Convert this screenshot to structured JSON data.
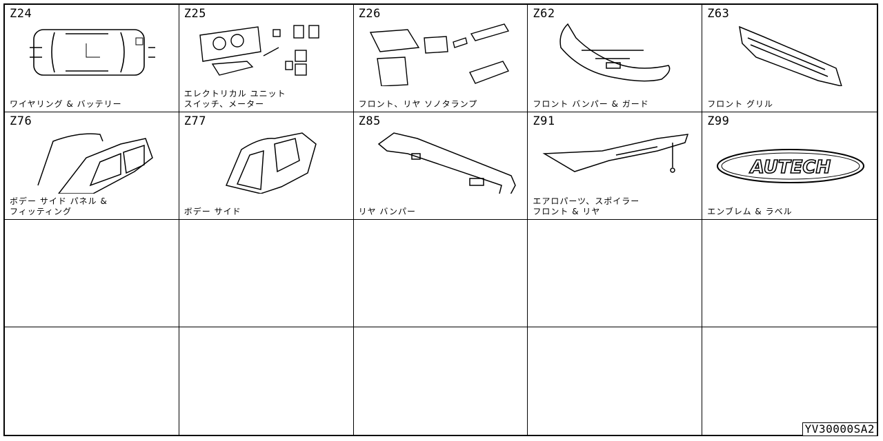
{
  "cells": [
    {
      "code": "Z24",
      "label": "ワイヤリング & バッテリー",
      "icon": "car-wiring-icon"
    },
    {
      "code": "Z25",
      "label": "エレクトリカル ユニット\nスイッチ、メーター",
      "icon": "meter-switch-icon"
    },
    {
      "code": "Z26",
      "label": "フロント、リヤ ソノタランプ",
      "icon": "lamp-icon"
    },
    {
      "code": "Z62",
      "label": "フロント バンパー & ガード",
      "icon": "front-bumper-icon"
    },
    {
      "code": "Z63",
      "label": "フロント グリル",
      "icon": "front-grille-icon"
    },
    {
      "code": "Z76",
      "label": "ボデー サイド パネル &\nフィッティング",
      "icon": "body-side-panel-icon"
    },
    {
      "code": "Z77",
      "label": "ボデー サイド",
      "icon": "body-side-icon"
    },
    {
      "code": "Z85",
      "label": "リヤ バンパー",
      "icon": "rear-bumper-icon"
    },
    {
      "code": "Z91",
      "label": "エアロパーツ、スポイラー\nフロント & リヤ",
      "icon": "spoiler-icon"
    },
    {
      "code": "Z99",
      "label": "エンブレム & ラベル",
      "icon": "emblem-icon"
    }
  ],
  "emblem_text": "AUTECH",
  "catalog_ref": "YV30000SA2"
}
